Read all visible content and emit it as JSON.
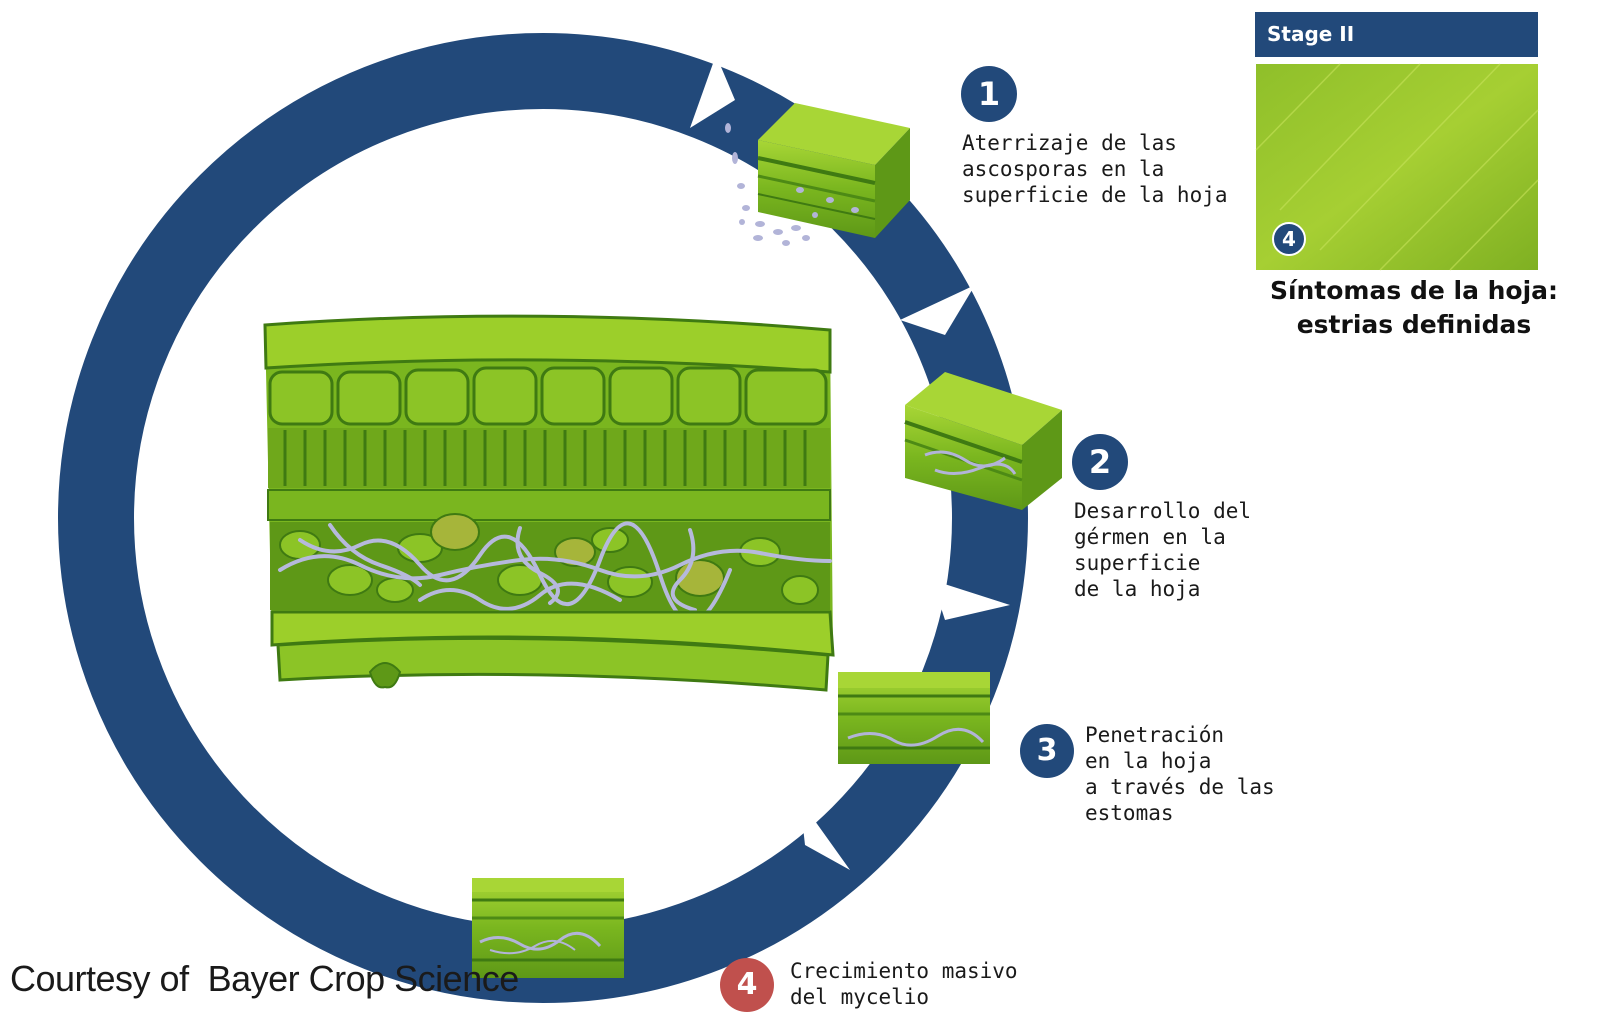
{
  "colors": {
    "ring": "#22497a",
    "badge_blue": "#22497a",
    "badge_red": "#c0504d",
    "leaf_light": "#9ccf2a",
    "leaf_mid": "#6fa81b",
    "leaf_dark": "#3f7a12",
    "hyphae": "#b6b9dc"
  },
  "steps": [
    {
      "number": "1",
      "label": "Aterrizaje de las\nascosporas en la\nsuperficie de la hoja",
      "badge_color": "#22497a"
    },
    {
      "number": "2",
      "label": "Desarrollo del\ngérmen en la\nsuperficie\nde la hoja",
      "badge_color": "#22497a"
    },
    {
      "number": "3",
      "label": "Penetración\nen la hoja\na través de las\nestomas",
      "badge_color": "#22497a"
    },
    {
      "number": "4",
      "label": "Crecimiento masivo\ndel mycelio",
      "badge_color": "#c0504d"
    }
  ],
  "stage_panel": {
    "header": "Stage II",
    "badge_number": "4",
    "caption": "Síntomas de la hoja:\nestrias definidas"
  },
  "credit": "Courtesy of  Bayer Crop Science"
}
